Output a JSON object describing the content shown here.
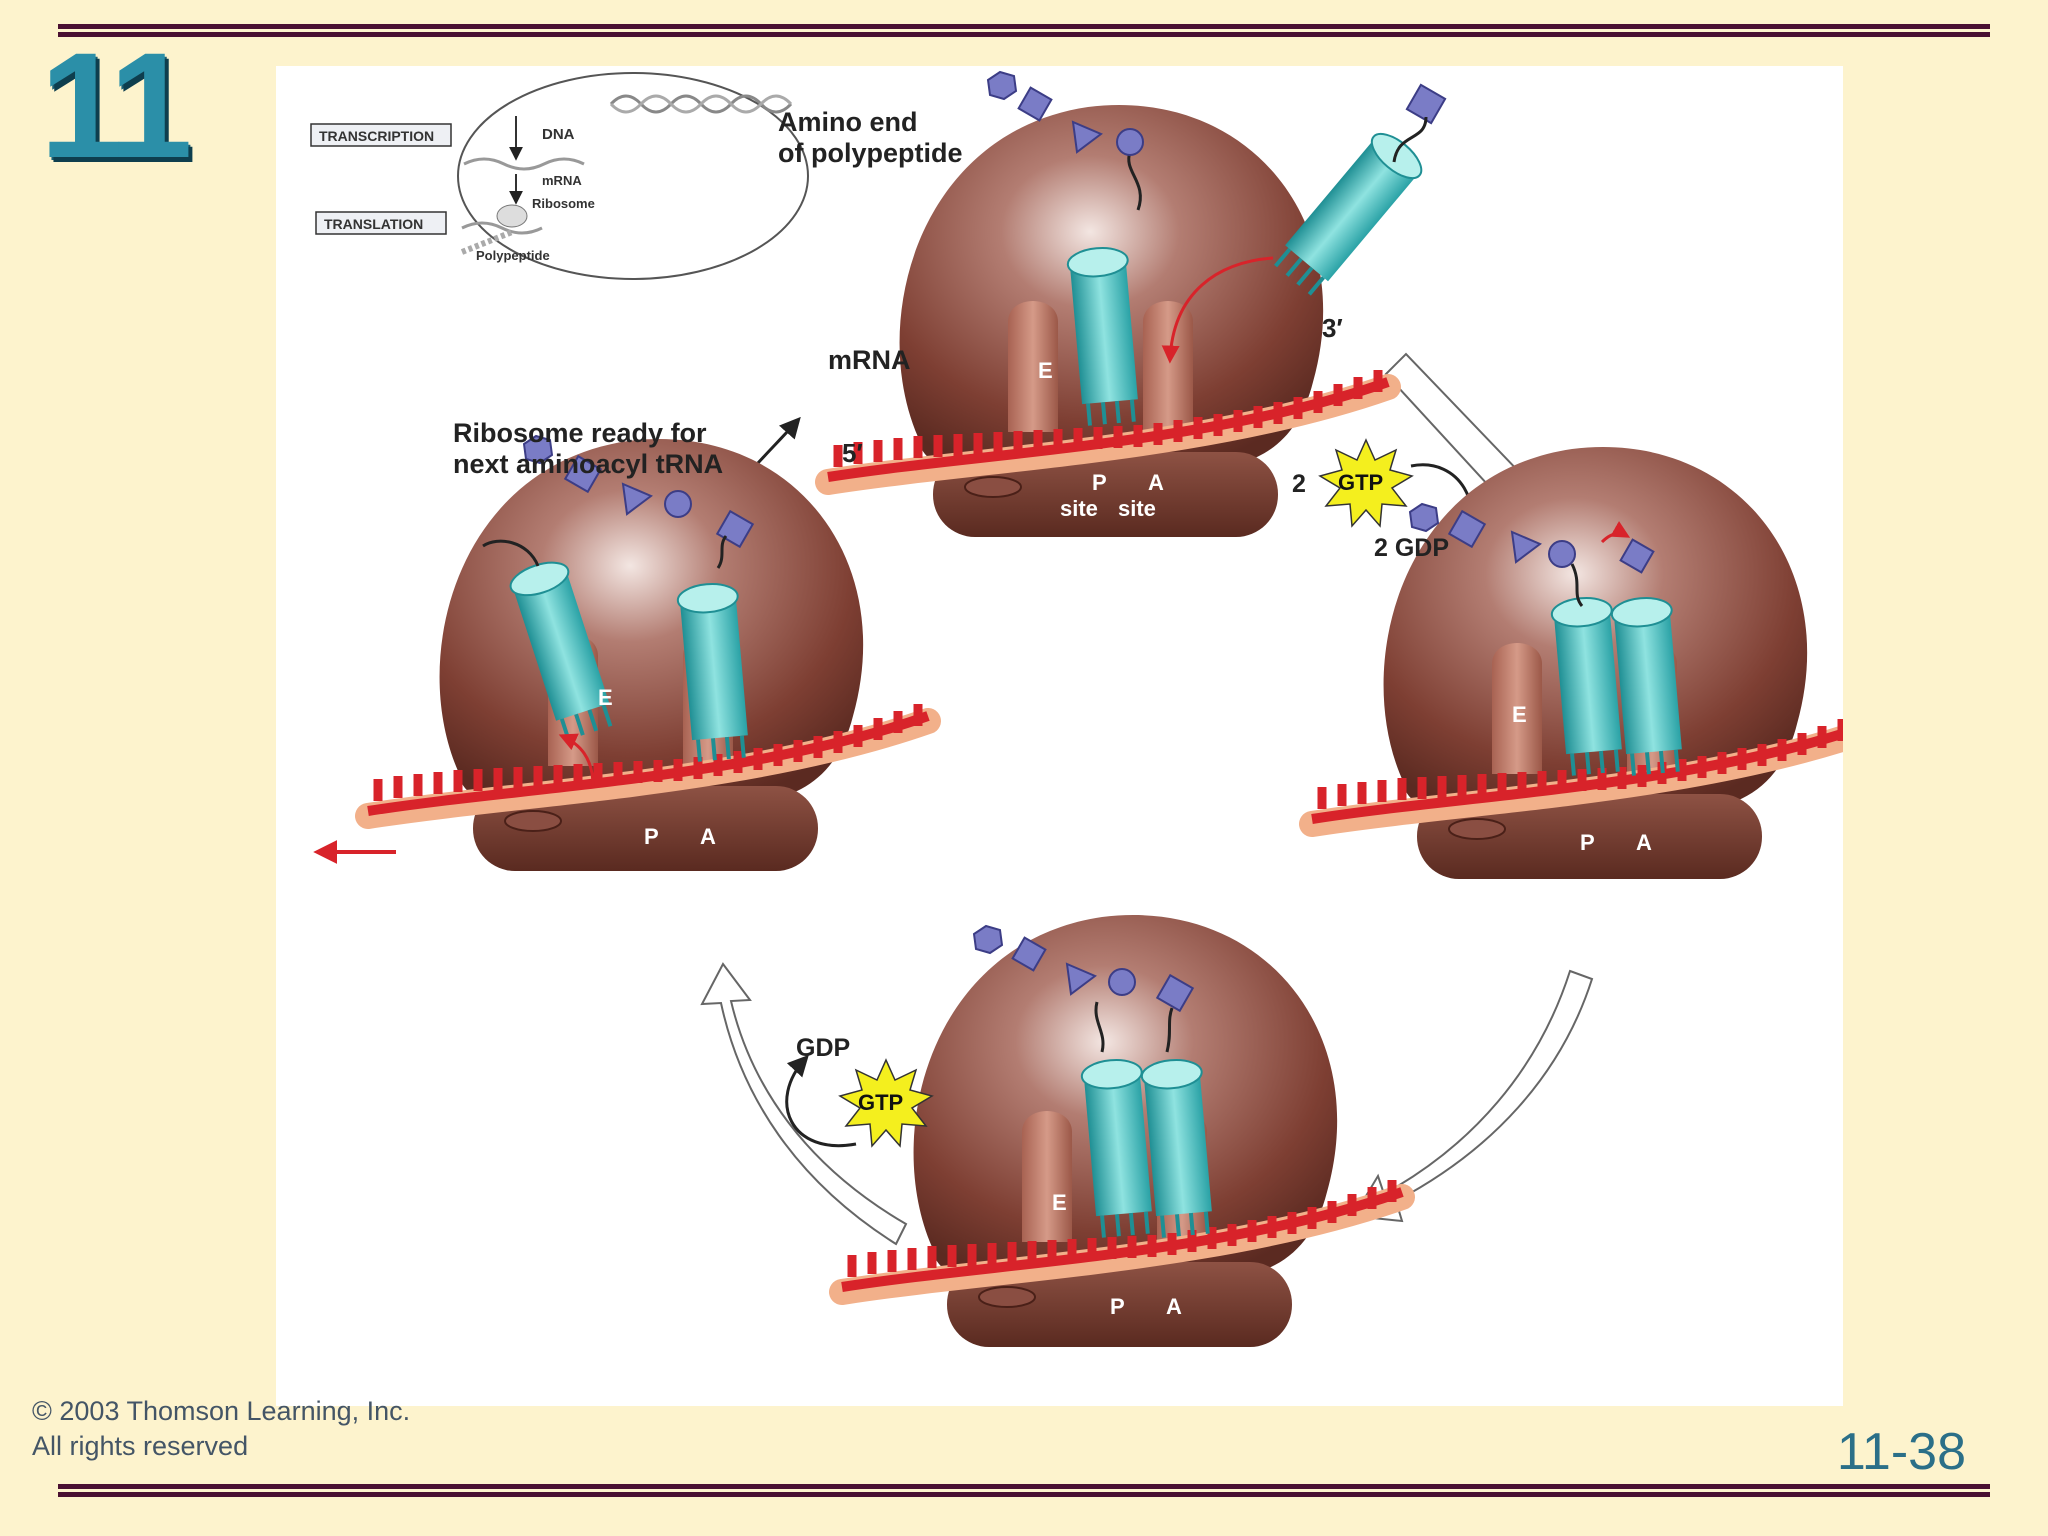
{
  "slide": {
    "chapter_number": "11",
    "page_number": "11-38",
    "copyright_line1": "© 2003 Thomson Learning, Inc.",
    "copyright_line2": "All rights reserved"
  },
  "inset": {
    "dna_label": "DNA",
    "transcription_label": "TRANSCRIPTION",
    "mrna_label": "mRNA",
    "ribosome_label": "Ribosome",
    "translation_label": "TRANSLATION",
    "polypeptide_label": "Polypeptide"
  },
  "labels": {
    "amino_end_line1": "Amino end",
    "amino_end_line2": "of polypeptide",
    "mrna": "mRNA",
    "three_prime": "3′",
    "five_prime": "5′",
    "p": "P",
    "a": "A",
    "e": "E",
    "site": "site",
    "ready_line1": "Ribosome ready for",
    "ready_line2": "next aminoacyl tRNA",
    "gtp_count": "2",
    "gtp": "GTP",
    "gdp_count": "2 GDP",
    "gdp": "GDP"
  },
  "colors": {
    "background": "#fdf3cd",
    "rule": "#4a1032",
    "chapter_number": "#2b8fa8",
    "ribosome": "#7a3a2e",
    "trna": "#35b5b8",
    "mrna": "#d8232a",
    "amino_acid": "#7a7cc6",
    "gtp_burst": "#f4ef1e"
  }
}
